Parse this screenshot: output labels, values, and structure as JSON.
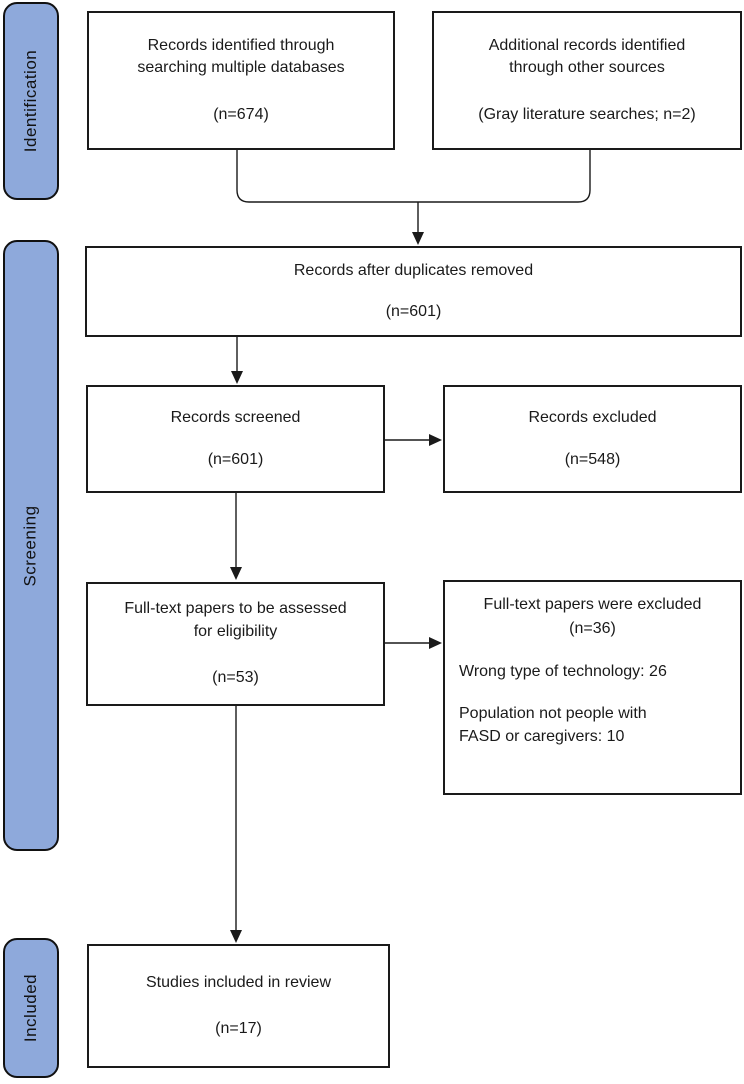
{
  "diagram": {
    "stage_labels": [
      {
        "label": "Identification"
      },
      {
        "label": "Screening"
      },
      {
        "label": "Included"
      }
    ],
    "boxes": {
      "identified": {
        "line1": "Records identified through",
        "line2": "searching multiple databases",
        "count": "(n=674)"
      },
      "additional": {
        "line1": "Additional records identified",
        "line2": "through other sources",
        "count": "(Gray literature searches; n=2)"
      },
      "duplicates": {
        "line1": "Records after duplicates removed",
        "count": "(n=601)"
      },
      "screened": {
        "line1": "Records screened",
        "count": "(n=601)"
      },
      "excluded": {
        "line1": "Records excluded",
        "count": "(n=548)"
      },
      "fulltext": {
        "line1": "Full-text papers to be assessed",
        "line2": "for eligibility",
        "count": "(n=53)"
      },
      "ft_excluded": {
        "line1": "Full-text papers were excluded",
        "count": "(n=36)",
        "reason1": "Wrong type of technology: 26",
        "reason2_line1": "Population not people with",
        "reason2_line2": "FASD or caregivers: 10"
      },
      "included": {
        "line1": "Studies included in review",
        "count": "(n=17)"
      }
    },
    "colors": {
      "stage_fill": "#8EA9DB",
      "stage_border": "#111111",
      "box_border": "#1a1a1a",
      "line": "#1a1a1a"
    }
  }
}
